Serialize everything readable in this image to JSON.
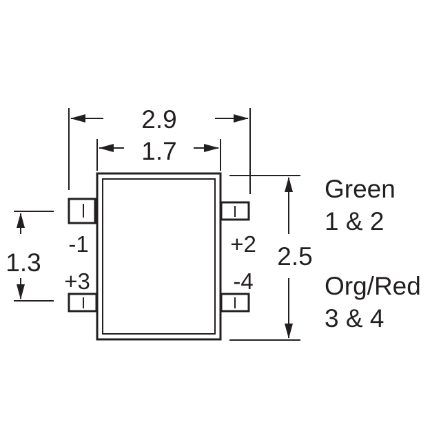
{
  "dimensions": {
    "overall_width": "2.9",
    "body_width": "1.7",
    "pin_spacing": "1.3",
    "body_height": "2.5"
  },
  "pins": {
    "pin1": "-1",
    "pin2": "+2",
    "pin3": "+3",
    "pin4": "-4"
  },
  "legend": {
    "green_title": "Green",
    "green_pins": "1 & 2",
    "orgred_title": "Org/Red",
    "orgred_pins": "3 & 4"
  }
}
